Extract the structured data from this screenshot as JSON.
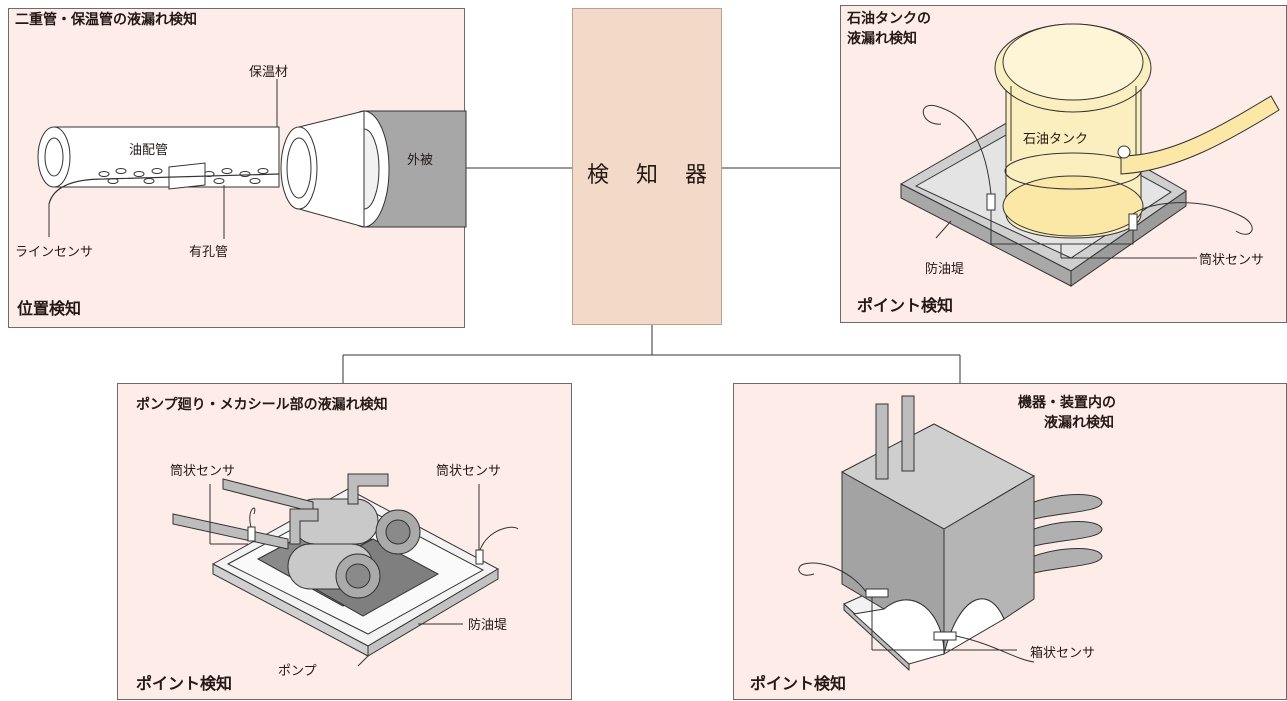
{
  "center": {
    "label": "検 知 器"
  },
  "panels": {
    "top_left": {
      "title": "二重管・保温管の液漏れ検知",
      "labels": {
        "insulation": "保温材",
        "oil_pipe": "油配管",
        "outer_cover": "外被",
        "line_sensor": "ラインセンサ",
        "perforated_pipe": "有孔管"
      },
      "footer": "位置検知"
    },
    "top_right": {
      "title_line1": "石油タンクの",
      "title_line2": "液漏れ検知",
      "labels": {
        "tank": "石油タンク",
        "dike": "防油堤",
        "sensor": "筒状センサ"
      },
      "footer": "ポイント検知"
    },
    "bottom_left": {
      "title": "ポンプ廻り・メカシール部の液漏れ検知",
      "labels": {
        "sensor_left": "筒状センサ",
        "sensor_right": "筒状センサ",
        "pump": "ポンプ",
        "dike": "防油堤"
      },
      "footer": "ポイント検知"
    },
    "bottom_right": {
      "title_line1": "機器・装置内の",
      "title_line2": "液漏れ検知",
      "labels": {
        "sensor": "箱状センサ"
      },
      "footer": "ポイント検知"
    }
  }
}
